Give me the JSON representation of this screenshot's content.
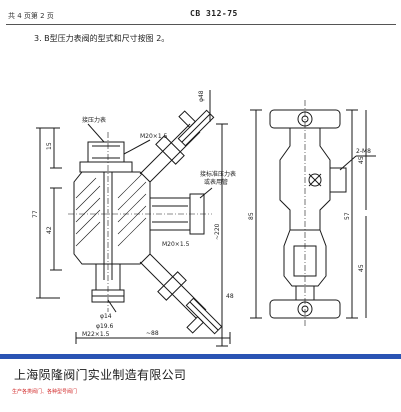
{
  "header": {
    "page_info": "共 4 页第 2 页",
    "standard_code": "CB 312-75"
  },
  "caption": "3. B型压力表阀的型式和尺寸按图 2。",
  "drawing": {
    "labels": {
      "thread_top": "M20×1.5",
      "thread_side": "M20×1.5",
      "thread_bottom": "M22×1.5",
      "to_gauge": "接压力表",
      "to_standard_gauge_1": "接标准压力表",
      "to_standard_gauge_2": "或表用管",
      "bolts": "2-M8",
      "phi_top": "φ48",
      "phi_19": "φ19.6",
      "phi_14": "φ14"
    },
    "dimensions": {
      "d15": "15",
      "d77": "77",
      "d42": "42",
      "d220": "~220",
      "d85": "85",
      "d48": "48",
      "d57": "57",
      "d88": "~88",
      "d45a": "45",
      "d45b": "45"
    }
  },
  "footer": {
    "company_name": "上海陨隆阀门实业制造有限公司",
    "subtitle": "生产各类阀门、各种型号阀门"
  },
  "colors": {
    "band": "#2a54b4",
    "subtitle": "#d22c2c",
    "line": "#1a1a1a"
  }
}
